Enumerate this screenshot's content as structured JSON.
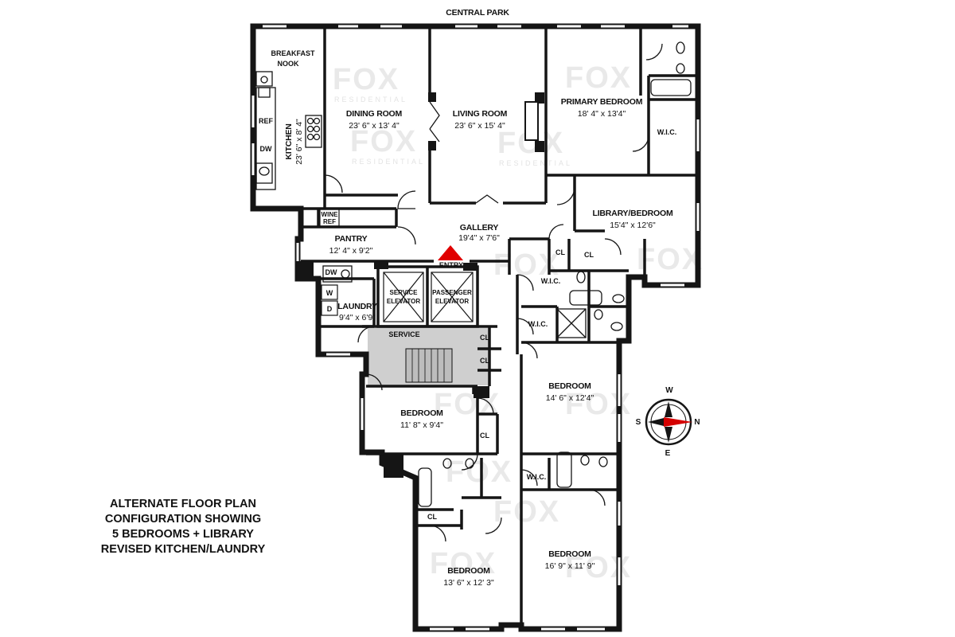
{
  "header": {
    "orientation_label": "CENTRAL PARK"
  },
  "rooms": {
    "breakfast_nook": {
      "name_line1": "BREAKFAST",
      "name_line2": "NOOK"
    },
    "kitchen": {
      "name": "KITCHEN",
      "dims": "23' 6\" x 8' 4\""
    },
    "dining_room": {
      "name": "DINING ROOM",
      "dims": "23' 6\" x 13' 4\""
    },
    "living_room": {
      "name": "LIVING ROOM",
      "dims": "23' 6\" x 15' 4\""
    },
    "primary_bedroom": {
      "name": "PRIMARY BEDROOM",
      "dims": "18' 4\" x 13'4\""
    },
    "library_bedroom": {
      "name": "LIBRARY/BEDROOM",
      "dims": "15'4\" x 12'6\""
    },
    "gallery": {
      "name": "GALLERY",
      "dims": "19'4\" x 7'6\""
    },
    "pantry": {
      "name": "PANTRY",
      "dims": "12' 4\" x 9'2\""
    },
    "laundry": {
      "name": "LAUNDRY",
      "dims": "9'4\" x 6'9\""
    },
    "bedroom_center": {
      "name": "BEDROOM",
      "dims": "11' 8\" x 9'4\""
    },
    "bedroom_east_upper": {
      "name": "BEDROOM",
      "dims": "14' 6\" x 12'4\""
    },
    "bedroom_southwest": {
      "name": "BEDROOM",
      "dims": "13' 6\" x 12' 3\""
    },
    "bedroom_southeast": {
      "name": "BEDROOM",
      "dims": "16' 9\" x 11' 9\""
    },
    "service": {
      "name": "SERVICE"
    }
  },
  "fixtures": {
    "ref": "REF",
    "dw": "DW",
    "wine_ref_line1": "WINE",
    "wine_ref_line2": "REF",
    "washer": "W",
    "dryer": "D",
    "cl": "CL",
    "wic": "W.I.C.",
    "entry": "ENTRY",
    "service_elevator_line1": "SERVICE",
    "service_elevator_line2": "ELEVATOR",
    "passenger_elevator_line1": "PASSENGER",
    "passenger_elevator_line2": "ELEVATOR"
  },
  "caption": {
    "line1": "ALTERNATE FLOOR PLAN",
    "line2": "CONFIGURATION SHOWING",
    "line3": "5 BEDROOMS + LIBRARY",
    "line4": "REVISED KITCHEN/LAUNDRY"
  },
  "compass": {
    "n": "N",
    "s": "S",
    "e": "E",
    "w": "W"
  },
  "watermark": {
    "brand": "FOX",
    "sub": "RESIDENTIAL"
  },
  "colors": {
    "wall": "#151515",
    "entry_marker": "#e00000",
    "compass_needle": "#d40000",
    "service_shade": "#cfcfcf"
  }
}
